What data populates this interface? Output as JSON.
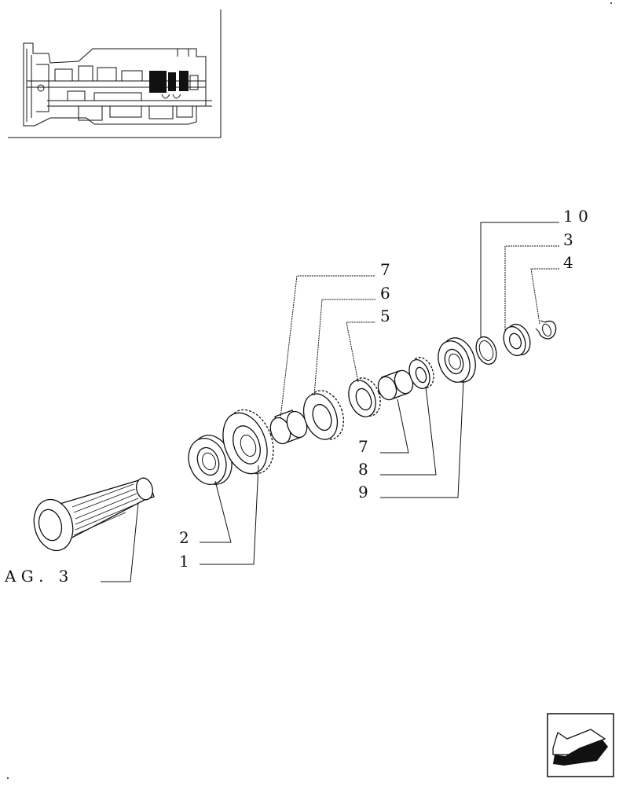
{
  "diagram": {
    "callouts": [
      {
        "id": "c10",
        "text": "1 0"
      },
      {
        "id": "c3a",
        "text": "3"
      },
      {
        "id": "c4",
        "text": "4"
      },
      {
        "id": "c7a",
        "text": "7"
      },
      {
        "id": "c6",
        "text": "6"
      },
      {
        "id": "c5",
        "text": "5"
      },
      {
        "id": "c7b",
        "text": "7"
      },
      {
        "id": "c8",
        "text": "8"
      },
      {
        "id": "c9",
        "text": "9"
      },
      {
        "id": "c2",
        "text": "2"
      },
      {
        "id": "c1",
        "text": "1"
      },
      {
        "id": "cag",
        "text": "A G .   3"
      }
    ]
  },
  "nav": {
    "icon": "back-arrow-icon"
  }
}
